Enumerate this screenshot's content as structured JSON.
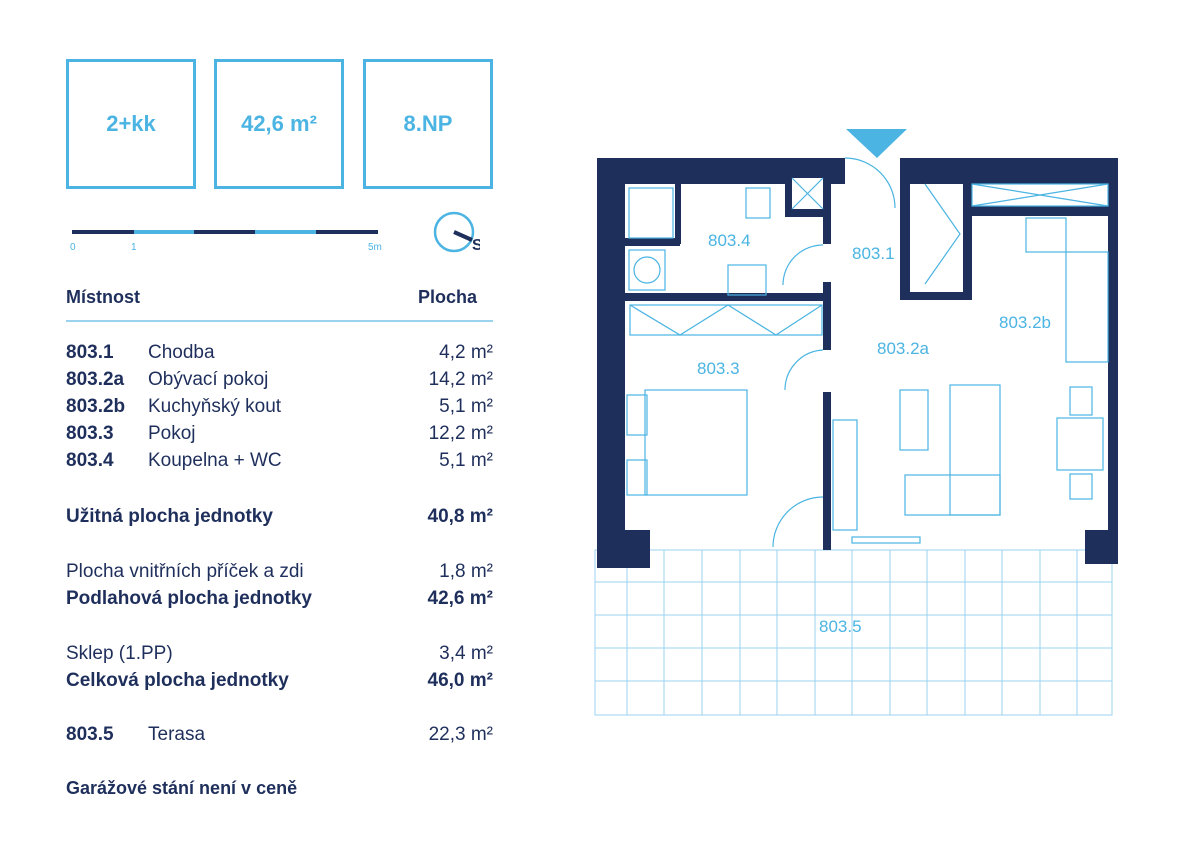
{
  "badges": {
    "layout": "2+kk",
    "area": "42,6 m²",
    "floor": "8.NP"
  },
  "scale": {
    "labels": [
      "0",
      "1",
      "5m"
    ]
  },
  "compass": {
    "letter": "S"
  },
  "table": {
    "header_room": "Místnost",
    "header_area": "Plocha",
    "rooms": [
      {
        "code": "803.1",
        "name": "Chodba",
        "area": "4,2 m²"
      },
      {
        "code": "803.2a",
        "name": "Obývací pokoj",
        "area": "14,2 m²"
      },
      {
        "code": "803.2b",
        "name": "Kuchyňský kout",
        "area": "5,1 m²"
      },
      {
        "code": "803.3",
        "name": "Pokoj",
        "area": "12,2 m²"
      },
      {
        "code": "803.4",
        "name": "Koupelna +  WC",
        "area": "5,1 m²"
      }
    ],
    "usable_label": "Užitná plocha jednotky",
    "usable_area": "40,8 m²",
    "walls_label": "Plocha vnitřních příček a zdi",
    "walls_area": "1,8 m²",
    "floor_label": "Podlahová plocha jednotky",
    "floor_area": "42,6 m²",
    "cellar_label": "Sklep (1.PP)",
    "cellar_area": "3,4 m²",
    "total_label": "Celková plocha jednotky",
    "total_area": "46,0 m²",
    "terrace_code": "803.5",
    "terrace_label": "Terasa",
    "terrace_area": "22,3 m²"
  },
  "note": "Garážové stání není v ceně",
  "plan_labels": {
    "r8034": "803.4",
    "r8031": "803.1",
    "r8032b": "803.2b",
    "r8032a": "803.2a",
    "r8033": "803.3",
    "r8035": "803.5"
  },
  "colors": {
    "wall": "#1f2f5c",
    "accent": "#4bb4e2",
    "text": "#1f2f5c"
  }
}
